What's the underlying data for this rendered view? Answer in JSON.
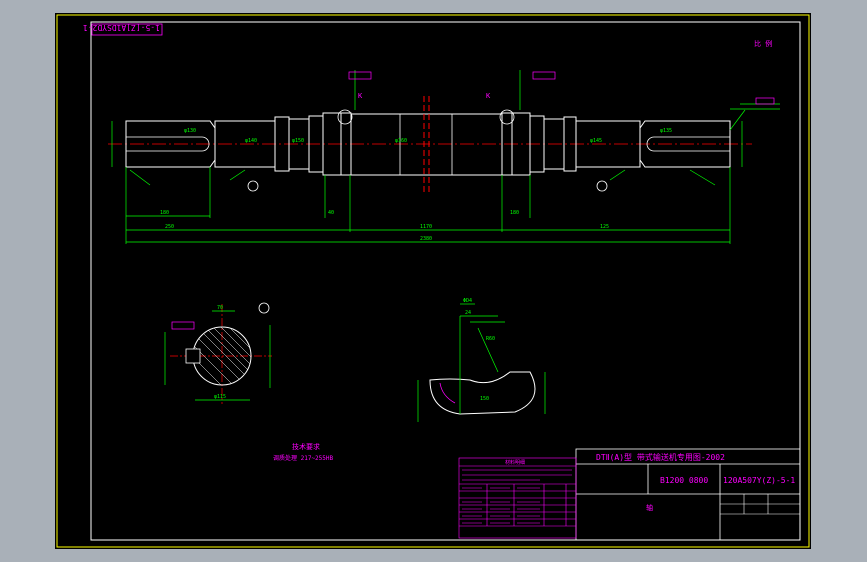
{
  "drawing": {
    "title_rotated": "1-5-[Z]A1DSYD2-1",
    "scale_note": "比 例",
    "sheet_title": "DTⅡ(A)型 带式输送机专用图-2002",
    "series_code": "B1200 0800",
    "drawing_no": "120A507Y(Z)-5-1",
    "part_name": "轴",
    "tech_req_title": "技术要求",
    "tech_req_line": "调质处理 217~255HB",
    "table_header": "材料明细",
    "hole_k": "K"
  },
  "dimensions": {
    "overall": "2380",
    "middle": "1170",
    "left_shaft": "250",
    "left_key_len": "180",
    "left_dim_small": "40",
    "right_dim_small": "125",
    "right_key": "180",
    "section_dim": "70",
    "section_bottom": "φ115",
    "slot_width": "24",
    "slot_depth": "R60",
    "slot_depth2": "150",
    "slot_height": "ΦD4",
    "callouts": [
      "φ130",
      "φ140",
      "φ150",
      "φ160",
      "φ145",
      "φ135"
    ]
  },
  "colors": {
    "background": "#000000",
    "frame": "#ffff00",
    "geometry": "#ffffff",
    "dimension": "#00ff00",
    "text": "#ff00ff",
    "centerline": "#ff0000",
    "window": "#a9b0b8"
  }
}
